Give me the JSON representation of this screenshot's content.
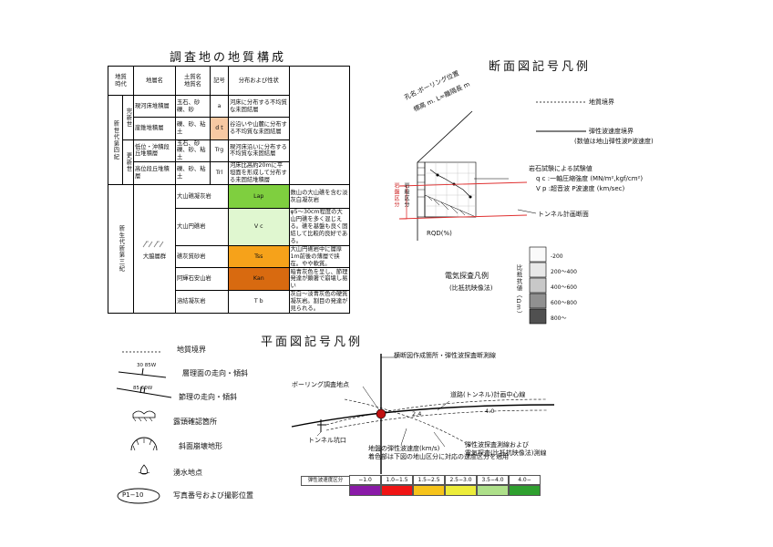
{
  "geology": {
    "title": "調査地の地質構成",
    "headers": {
      "era_a": "地質",
      "era_b": "時代",
      "formation": "地層名",
      "soil_a": "土質名",
      "soil_b": "地質名",
      "symbol": "記号",
      "desc": "分布および性状"
    },
    "eras": {
      "quaternary": "新世代第四紀",
      "holocene": "完新世",
      "pleistocene": "更新世",
      "neogene": "新生代新第三紀"
    },
    "group": "大脇層群",
    "rows": [
      {
        "formation": "現河床堆積層",
        "soil": "玉石、砂礫、砂",
        "symbol": "a",
        "desc": "河床に分布する不均質な未固結層",
        "color": "#ffffff"
      },
      {
        "formation": "崖錐堆積層",
        "soil": "礫、砂、粘土",
        "symbol": "d t",
        "desc": "谷沿いや山麓に分布する不均質な未固結層",
        "color": "#f7c9a3"
      },
      {
        "formation": "低位・沖積段丘堆積層",
        "soil": "玉石、砂礫、砂、粘土",
        "symbol": "Trg",
        "desc": "現河床沿いに分布する不均質な未固結層",
        "color": "#ffffff"
      },
      {
        "formation": "高位段丘堆積層",
        "soil": "礫、砂、粘土",
        "symbol": "Trl",
        "desc": "河床比高約20mに平坦面を形成して分布する未固結堆積層",
        "color": "#ffffff"
      },
      {
        "formation": "大山礁凝灰岩",
        "soil": "",
        "symbol": "Lap",
        "desc": "数山の大山礁を含む淡灰白凝灰岩",
        "color": "#7fcf3f"
      },
      {
        "formation": "大山円礁岩",
        "soil": "",
        "symbol": "V c",
        "desc": "φ5～30cm程度の大山円礁を多く混じえる。礁を基盤も良く固結して比較的良好である。",
        "color": "#e0f7d0"
      },
      {
        "formation": "礁灰質砂岩",
        "soil": "",
        "symbol": "Tss",
        "desc": "大山円礁岩中に層厚1m前後の薄層で挟在。やや軟質。",
        "color": "#f6a21a"
      },
      {
        "formation": "阿輝石安山岩",
        "soil": "",
        "symbol": "Kan",
        "desc": "暗青灰色を呈し、節理発達が顕著で崩壊し易い",
        "color": "#d86a10"
      },
      {
        "formation": "溶結凝灰岩",
        "soil": "",
        "symbol": "T b",
        "desc": "灰白～淡青灰色の硬質凝灰岩。割目の発達が見られる。",
        "color": "#ffffff"
      }
    ]
  },
  "section": {
    "title": "断面図記号凡例",
    "borehole": "孔名.ボーリング位置",
    "elev": "標高 m. L=離隔長 m",
    "boundary": "地質境界",
    "velocity_line": "弾性波速度境界",
    "velocity_note": "(数値は地山弾性波P波速度)",
    "test_title": "岩石試験による試験値",
    "qc": "q c :一軸圧縮強度 (MN/m²,kgf/cm²)",
    "vp": "V p :超音波 P波速度 (km/sec)",
    "tunnel": "トンネル計画断面",
    "rqd": "RQD(%)",
    "hatch_label": "岩盤区分",
    "rock_label": "岩級区分",
    "resist_title": "電気探査凡例",
    "resist_sub": "(比抵抗映像法)",
    "resist_axis": "比抵抗値（Ωm）",
    "resist_levels": [
      "-200",
      "200～400",
      "400～600",
      "600～800",
      "800～"
    ]
  },
  "plan": {
    "title": "平面図記号凡例",
    "items": [
      {
        "label": "地質境界"
      },
      {
        "label": "層理面の走向・傾斜",
        "annot": "30  85W"
      },
      {
        "label": "節理の走向・傾斜",
        "annot": "85  60W"
      },
      {
        "label": "露頭確認箇所"
      },
      {
        "label": "斜面崩壊地形"
      },
      {
        "label": "湧水地点"
      },
      {
        "label": "写真番号および撮影位置",
        "annot": "P1−10"
      }
    ],
    "diagram": {
      "section_label": "横断図作成箇所・弾性波探査断測線",
      "boring_label": "ボーリング調査地点",
      "centerline_label": "道路(トンネル)計画中心線",
      "portal_label": "トンネル坑口",
      "velocity_label_1": "地盤の弾性波速度(km/s)",
      "velocity_label_2": "着色部は下図の地山区分に対応の速度区分を適用",
      "survey_label_1": "弾性波探査測線および",
      "survey_label_2": "電気探査(比抵抗映像法)測線",
      "num_a": "2.4",
      "num_b": "4.0"
    },
    "scale": {
      "header": "弾性波速度区分",
      "bins": [
        "−1.0",
        "1.0−1.5",
        "1.5−2.5",
        "2.5−3.0",
        "3.5−4.0",
        "4.0−"
      ],
      "colors": [
        "#8a1aa8",
        "#f01414",
        "#f6c31a",
        "#ecec3a",
        "#aee08a",
        "#2fa02f"
      ]
    }
  }
}
